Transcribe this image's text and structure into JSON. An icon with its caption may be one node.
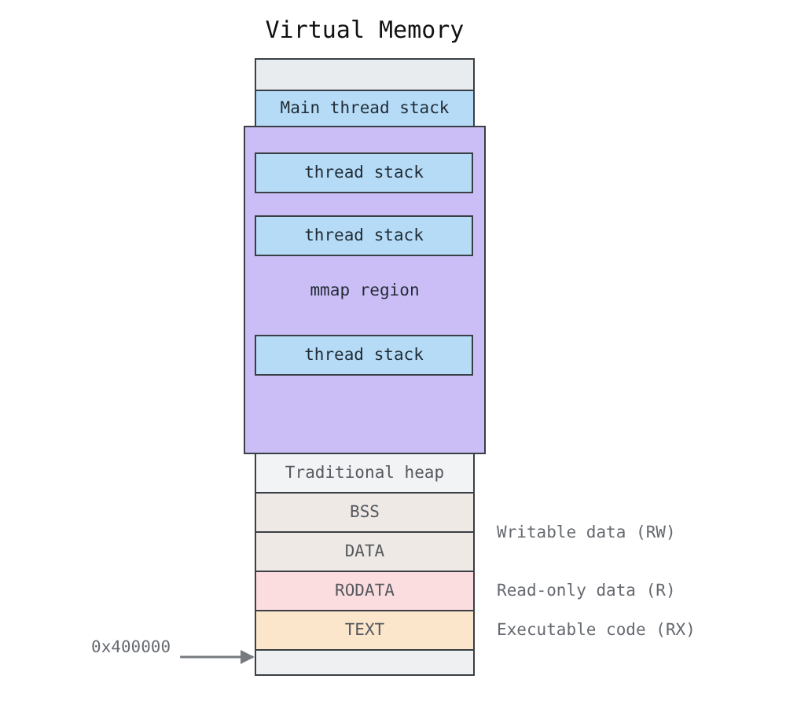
{
  "diagram": {
    "title": "Virtual Memory",
    "nodes": [
      {
        "text": [],
        "shape": "box"
      },
      {
        "text": [
          "Main thread stack"
        ]
      },
      {
        "text": [
          "mmap region"
        ]
      },
      {
        "text": [
          "thread stack"
        ],
        "in": 2
      },
      {
        "text": [
          "thread stack"
        ],
        "in": 2
      },
      {
        "text": [
          "thread stack"
        ],
        "in": 2
      },
      {
        "text": [
          "Traditional heap"
        ]
      },
      {
        "text": [
          "BSS"
        ]
      },
      {
        "text": [
          "DATA"
        ]
      },
      {
        "text": [
          "RODATA"
        ],
        "beside": [
          "Read-only data (R)"
        ]
      },
      {
        "text": [
          "TEXT"
        ],
        "beside": [
          "Executable code (RX)"
        ]
      },
      {
        "text": [],
        "shape": "box"
      },
      {
        "text": [
          "0x400000"
        ]
      }
    ],
    "edges": [
      {
        "from": 12,
        "to": 11,
        "arrow": "to"
      }
    ],
    "labels": [
      "Writable data (RW)"
    ]
  }
}
